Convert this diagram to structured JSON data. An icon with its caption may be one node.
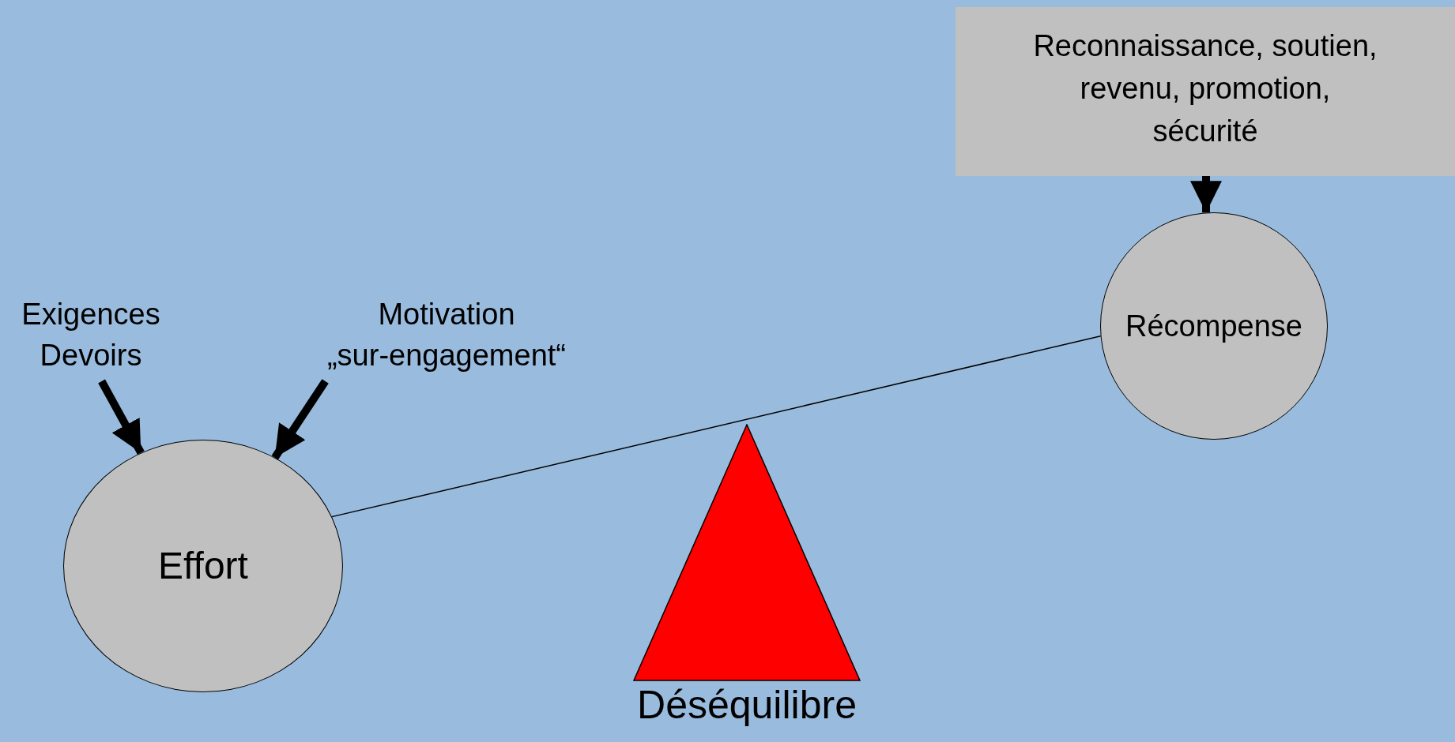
{
  "diagram": {
    "nodes": [
      {
        "text": [
          "Reconnaissance, soutien, revenu, promotion, sécurité"
        ]
      },
      {
        "text": [
          "Récompense"
        ]
      },
      {
        "text": [
          "Exigences",
          "Devoirs"
        ]
      },
      {
        "text": [
          "Motivation",
          "„sur-engagement“"
        ]
      },
      {
        "text": [
          "Effort"
        ]
      },
      {
        "text": [
          "Déséquilibre"
        ]
      }
    ],
    "edges": [
      {
        "from": 0,
        "to": 1,
        "arrow": "to"
      },
      {
        "from": 2,
        "to": 4,
        "arrow": "to"
      },
      {
        "from": 3,
        "to": 4,
        "arrow": "to"
      },
      {
        "from": 4,
        "to": 1,
        "arrow": "none"
      }
    ]
  }
}
